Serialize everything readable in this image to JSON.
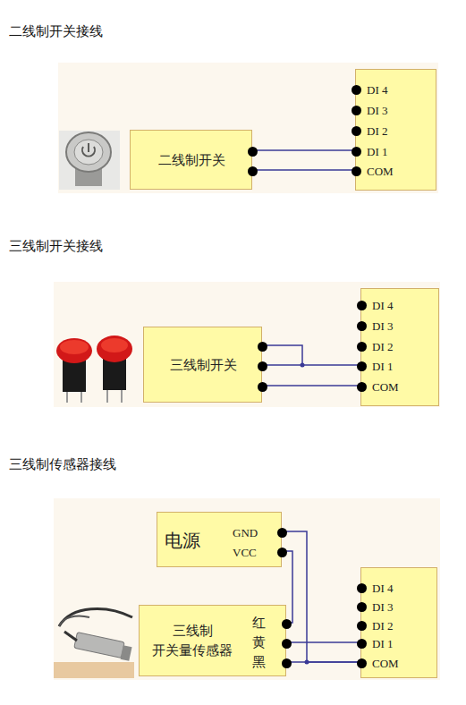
{
  "diagram": {
    "nodes": [
      {
        "text": [
          "二线制开关"
        ]
      },
      {
        "text": [
          "DI 4",
          "DI 3",
          "DI 2",
          "DI 1",
          "COM"
        ]
      },
      {
        "text": [
          "三线制开关"
        ]
      },
      {
        "text": [
          "DI 4",
          "DI 3",
          "DI 2",
          "DI 1",
          "COM"
        ]
      },
      {
        "text": [
          "电源",
          "GND",
          "VCC"
        ]
      },
      {
        "text": [
          "三线制 开关量传感器",
          "红",
          "黄",
          "黑"
        ]
      },
      {
        "text": [
          "DI 4",
          "DI 3",
          "DI 2",
          "DI 1",
          "COM"
        ]
      }
    ],
    "edges": [
      {
        "from": 0,
        "to": 1,
        "arrow": "none"
      },
      {
        "from": 0,
        "to": 1,
        "arrow": "none"
      },
      {
        "from": 2,
        "to": 3,
        "arrow": "none"
      },
      {
        "from": 2,
        "to": 3,
        "arrow": "none"
      },
      {
        "from": 4,
        "to": 6,
        "arrow": "none"
      },
      {
        "from": 4,
        "to": 5,
        "arrow": "none"
      },
      {
        "from": 5,
        "to": 6,
        "arrow": "none"
      },
      {
        "from": 5,
        "to": 6,
        "arrow": "none"
      }
    ],
    "labels": [
      "二线制开关接线",
      "三线制开关接线",
      "三线制传感器接线"
    ]
  }
}
